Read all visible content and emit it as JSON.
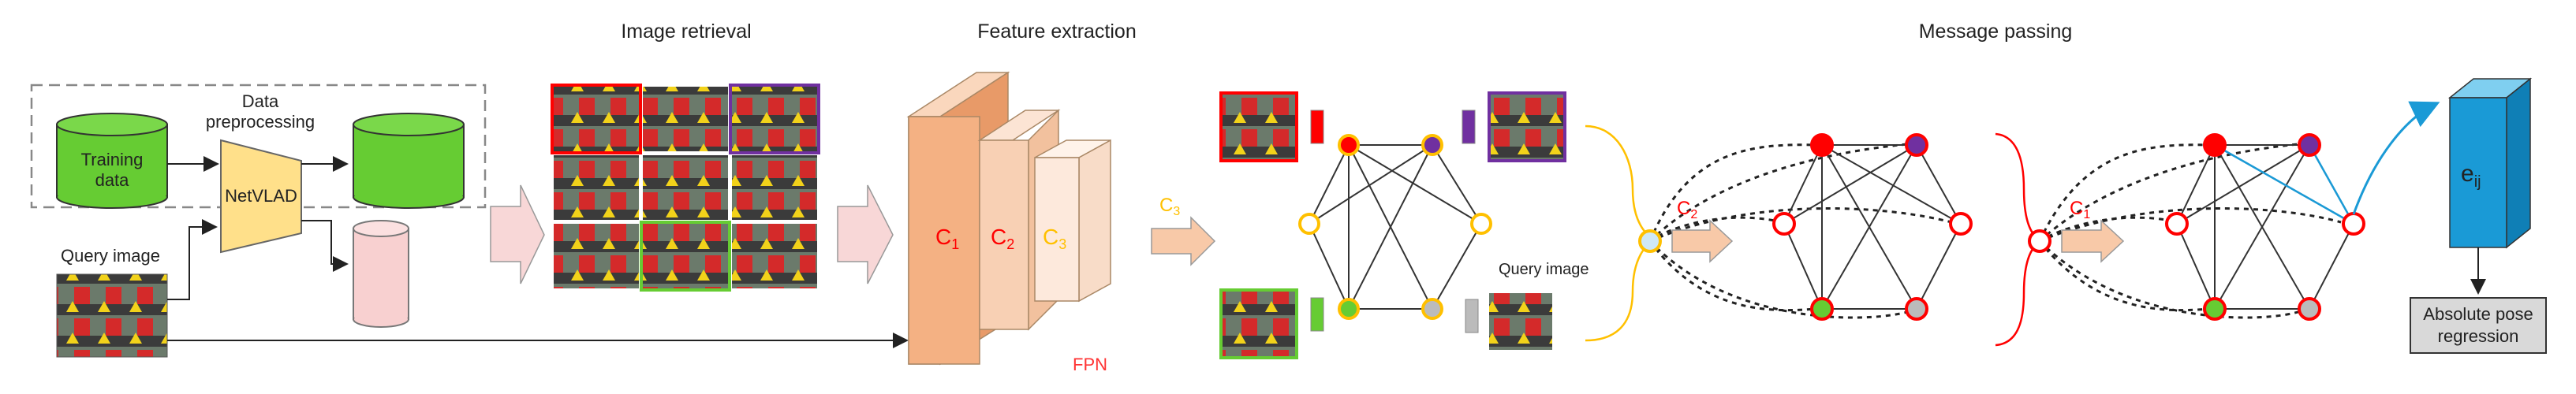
{
  "sections": {
    "image_retrieval": "Image retrieval",
    "feature_extraction": "Feature extraction",
    "message_passing": "Message passing"
  },
  "left": {
    "training_line1": "Training",
    "training_line2": "data",
    "preproc_line1": "Data",
    "preproc_line2": "preprocessing",
    "netvlad": "NetVLAD",
    "query_image": "Query image"
  },
  "features": {
    "c1": "C",
    "c1_sub": "1",
    "c2": "C",
    "c2_sub": "2",
    "c3": "C",
    "c3_sub": "3",
    "arrow_c3": "C",
    "arrow_c3_sub": "3",
    "fpn": "FPN"
  },
  "graph": {
    "query_image": "Query image"
  },
  "message_passing": {
    "c2": "C",
    "c2_sub": "2",
    "c1": "C",
    "c1_sub": "1",
    "edge_feature": "e",
    "edge_feature_sub": "ij",
    "regression_line1": "Absolute pose",
    "regression_line2": "regression"
  },
  "colors": {
    "green": "#66cc33",
    "yellow": "#ffc000",
    "red": "#ff0000",
    "purple": "#7030a0",
    "blue": "#1a9ad6",
    "orange_c1": "#f4b183",
    "pink_arrow": "#f8d7d7"
  }
}
